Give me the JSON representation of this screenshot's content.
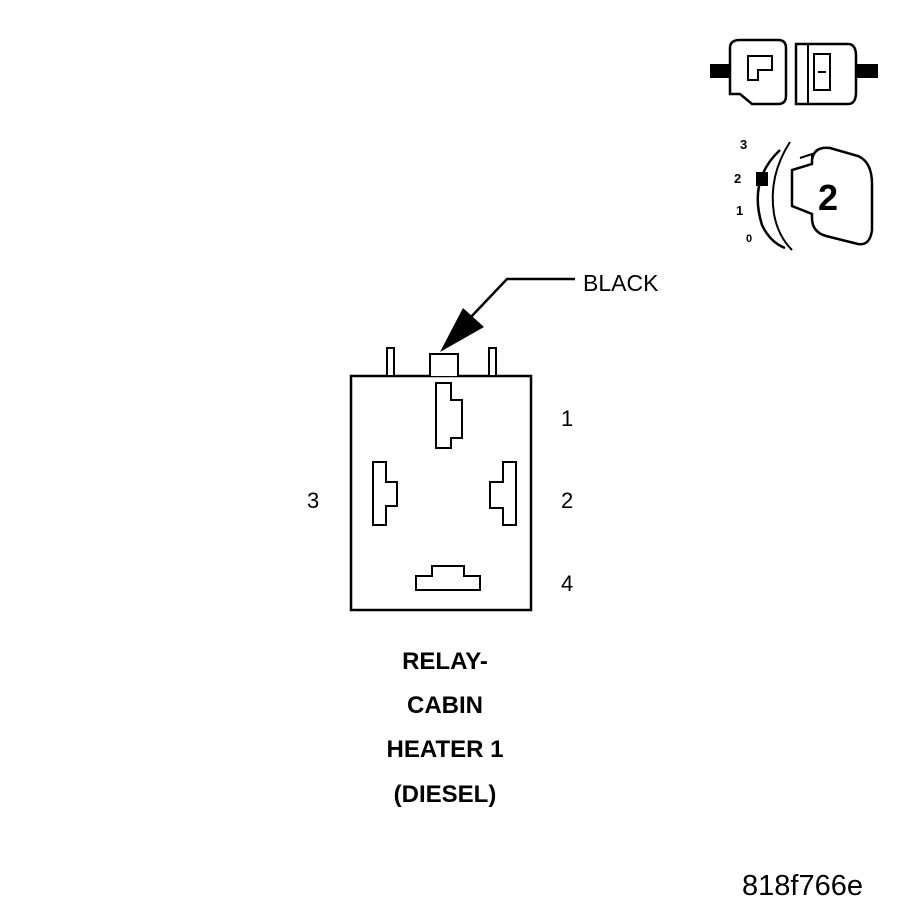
{
  "wire_color_label": "BLACK",
  "pins": [
    {
      "number": "1"
    },
    {
      "number": "2"
    },
    {
      "number": "3"
    },
    {
      "number": "4"
    }
  ],
  "title_lines": [
    "RELAY-",
    "CABIN",
    "HEATER 1",
    "(DIESEL)"
  ],
  "figure_id": "818f766e",
  "connector_view_icon": {
    "positions": [
      "3",
      "2",
      "1",
      "0"
    ],
    "number": "2"
  }
}
